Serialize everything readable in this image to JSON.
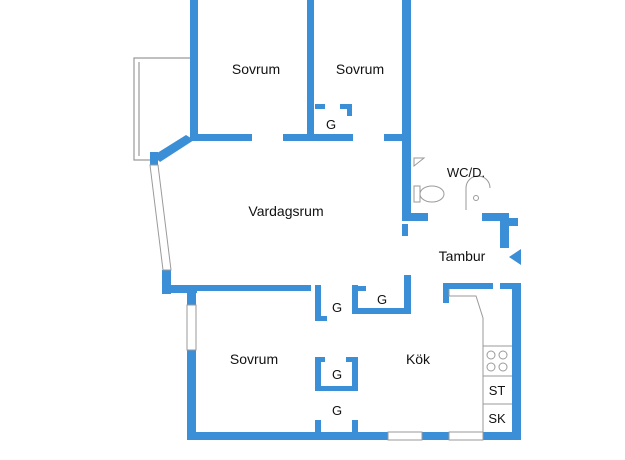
{
  "colors": {
    "wall": "#3a8fd6",
    "line": "#9a9a9a",
    "text": "#111111",
    "background": "#ffffff"
  },
  "rooms": {
    "bedroom_top_left": "Sovrum",
    "bedroom_top_right": "Sovrum",
    "living_room": "Vardagsrum",
    "wc": "WC/D.",
    "entrance": "Tambur",
    "bedroom_bottom": "Sovrum",
    "kitchen": "Kök"
  },
  "closets": {
    "top": "G",
    "mid_left": "G",
    "mid_right": "G",
    "lower_1": "G",
    "lower_2": "G"
  },
  "appliances": {
    "stove": "ST",
    "fridge": "SK"
  },
  "icons": [
    "entrance-arrow-icon",
    "toilet-icon",
    "shower-icon",
    "stove-icon"
  ]
}
